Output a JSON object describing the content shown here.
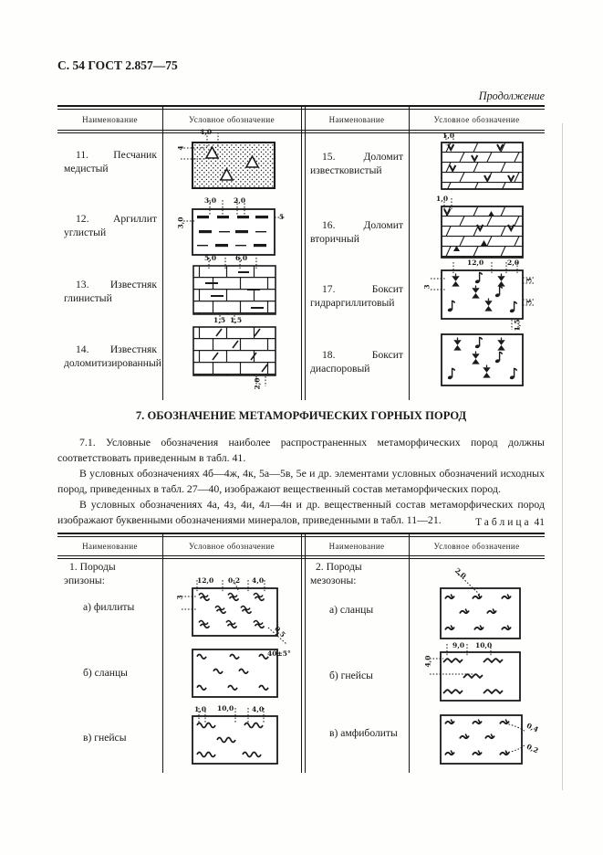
{
  "page": {
    "header": "С. 54 ГОСТ 2.857—75",
    "continuation": "Продолжение"
  },
  "table1": {
    "headers": [
      "Наименование",
      "Условное обозначение",
      "Наименование",
      "Условное обозначение"
    ],
    "rows_left": [
      {
        "name": "11. Песчаник медистый",
        "pattern": "dotted-stipple-with-outlined-triangles",
        "dims": {
          "top": "4,0",
          "left": "4"
        }
      },
      {
        "name": "12. Аргиллит углистый",
        "pattern": "thick-and-thin-horizontal-dashes",
        "dims": {
          "top1": "3,0",
          "top2": "2,0",
          "left": "3,0",
          "right": "5"
        }
      },
      {
        "name": "13. Известняк глинистый",
        "pattern": "brickwork-with-clay-dashes",
        "dims": {
          "top1": "5,0",
          "top2": "6,0",
          "bottom1": "1,5",
          "bottom2": "1,5"
        }
      },
      {
        "name": "14. Известняк доломитизированный",
        "pattern": "brickwork-with-diagonal-ticks",
        "dims": {
          "bottom": "2,0"
        }
      }
    ],
    "rows_right": [
      {
        "name": "15. Доломит известковистый",
        "pattern": "dolomite-courses-with-v-marks",
        "dims": {
          "top": "1,0"
        }
      },
      {
        "name": "16. Доломит вторичный",
        "pattern": "dolomite-courses-with-v-marks-and-triangles",
        "dims": {
          "top": "1,0"
        }
      },
      {
        "name": "17. Боксит гидраргиллитовый",
        "pattern": "scattered-hourglass-and-note-symbols",
        "dims": {
          "top1": "12,0",
          "top2": "2,0",
          "left": "3",
          "right1": "3",
          "right2": "3",
          "bottom": "1,5"
        }
      },
      {
        "name": "18. Боксит диаспоровый",
        "pattern": "scattered-hourglass-and-note-symbols",
        "dims": {}
      }
    ]
  },
  "section": {
    "heading": "7. ОБОЗНАЧЕНИЕ МЕТАМОРФИЧЕСКИХ ГОРНЫХ ПОРОД",
    "paragraphs": [
      "7.1. Условные обозначения наиболее распространенных метаморфических пород должны соответствовать приведенным в табл. 41.",
      "В условных обозначениях 4б—4ж, 4к, 5а—5в, 5е и др. элементами условных обозначений исходных пород, приведенных в табл. 27—40, изображают вещественный состав метаморфических пород.",
      "В условных обозначениях 4а, 4з, 4и, 4л—4н и др. вещественный состав метаморфических пород изображают буквенными обозначениями минералов, приведенными в табл. 11—21."
    ],
    "caption": {
      "word": "Таблица",
      "number": "41"
    }
  },
  "table2": {
    "headers": [
      "Наименование",
      "Условное обозначение",
      "Наименование",
      "Условное обозначение"
    ],
    "group_left": "1. Породы эпизоны:",
    "group_right": "2. Породы мезозоны:",
    "rows_left": [
      {
        "name": "а) филлиты",
        "pattern": "double-wavy-strokes",
        "dims": {
          "top1": "12,0",
          "top2": "0,2",
          "top3": "4,0",
          "left": "3",
          "diag": "0,5"
        }
      },
      {
        "name": "б) сланцы",
        "pattern": "single-wavy-strokes",
        "dims": {
          "angle": "40±5°"
        }
      },
      {
        "name": "в) гнейсы",
        "pattern": "long-double-waves",
        "dims": {
          "top1": "1,0",
          "top2": "10,0",
          "top3": "4,0"
        }
      }
    ],
    "rows_right": [
      {
        "name": "а) сланцы",
        "pattern": "slanted-wavy-strokes-with-tick",
        "dims": {
          "diag": "2,0"
        }
      },
      {
        "name": "б) гнейсы",
        "pattern": "long-zigzag-waves",
        "dims": {
          "top1": "9,0",
          "top2": "10,0",
          "left": "4,0"
        }
      },
      {
        "name": "в) амфиболиты",
        "pattern": "slanted-wavy-strokes",
        "dims": {
          "right1": "0,4",
          "right2": "0,2"
        }
      }
    ]
  }
}
